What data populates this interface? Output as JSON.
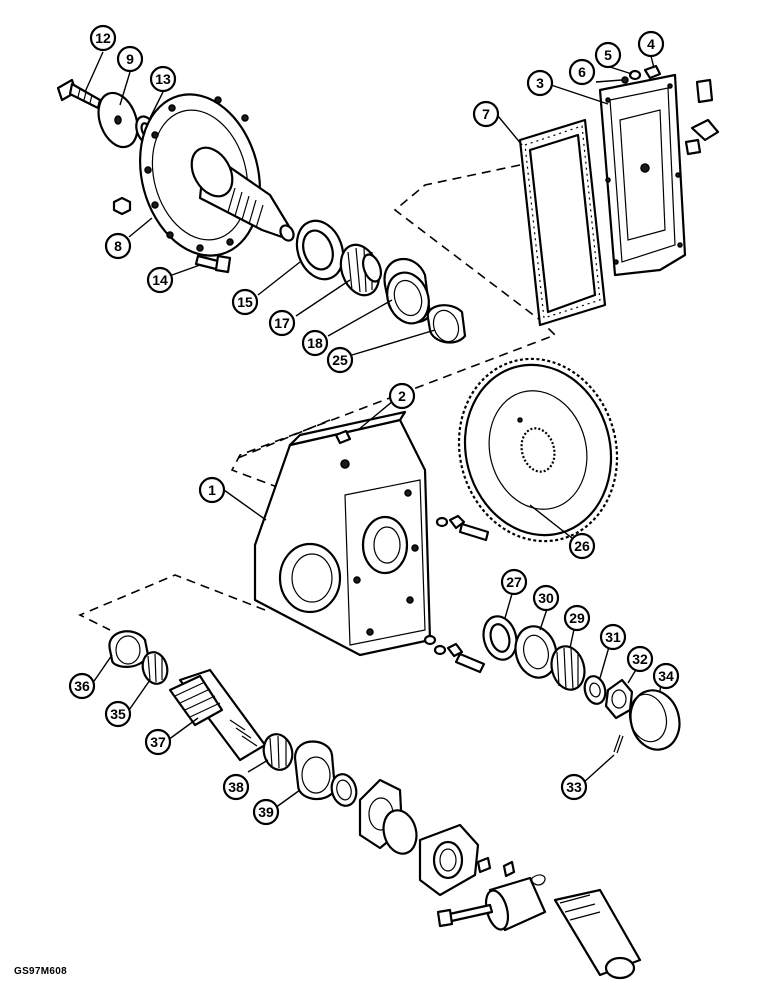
{
  "figure_code": "GS97M608",
  "callouts": [
    "12",
    "9",
    "13",
    "4",
    "5",
    "6",
    "3",
    "7",
    "8",
    "14",
    "15",
    "17",
    "18",
    "25",
    "2",
    "1",
    "26",
    "27",
    "30",
    "29",
    "31",
    "32",
    "34",
    "36",
    "35",
    "37",
    "38",
    "39",
    "33"
  ]
}
